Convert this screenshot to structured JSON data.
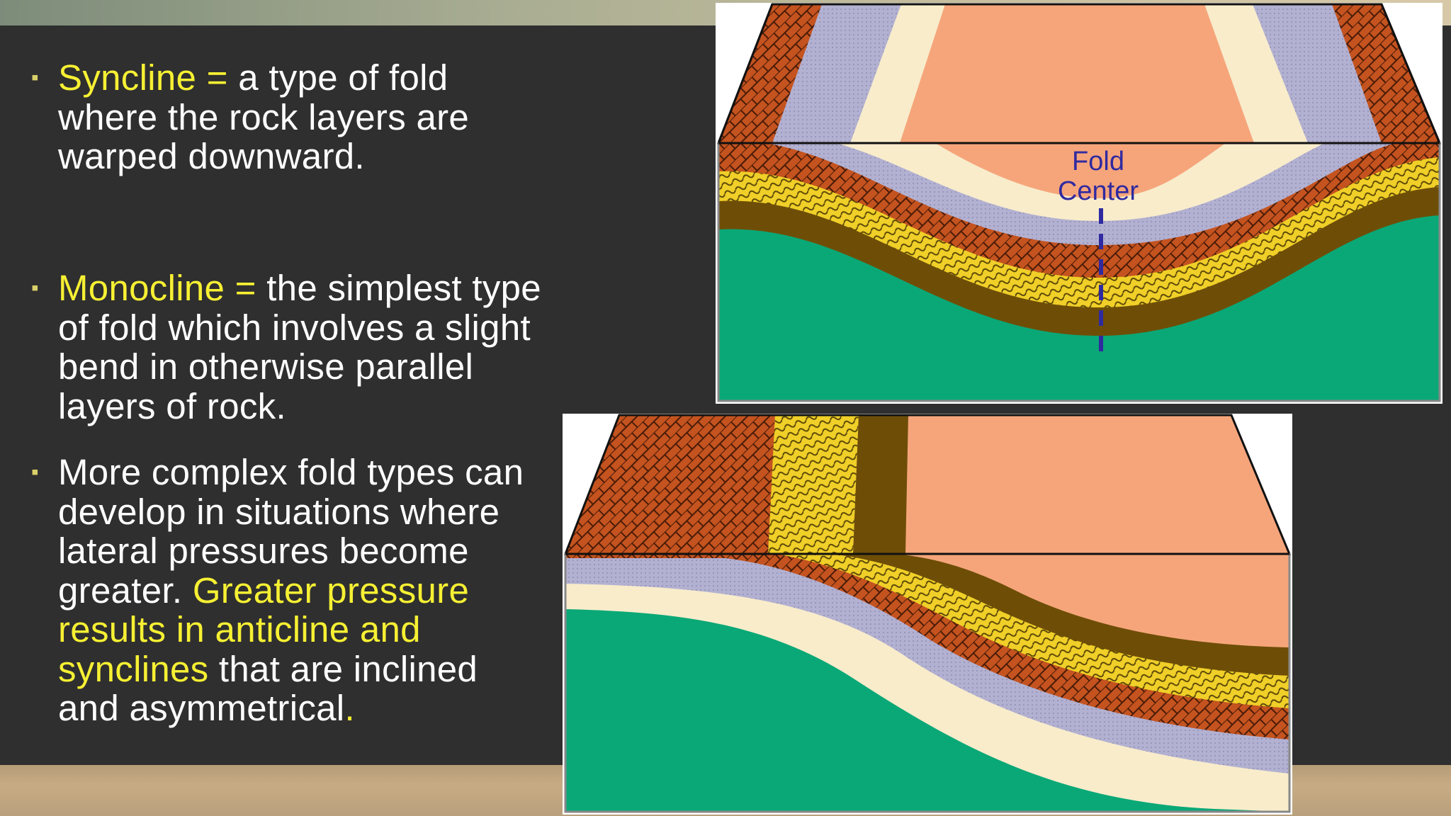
{
  "slide": {
    "bullets": [
      {
        "highlight": "Syncline =",
        "text": " a type of fold where the rock layers are warped downward."
      },
      {
        "highlight": "Monocline =",
        "text": " the simplest type of fold which involves a slight bend in otherwise parallel layers of rock."
      },
      {
        "text": "More complex fold types can develop in situations where lateral pressures become greater. ",
        "highlight": "Greater pressure results in anticline and synclines",
        "text_after": " that are inclined and asymmetrical",
        "highlight_end": "."
      }
    ]
  },
  "diagrams": {
    "syncline": {
      "label_line1": "Fold",
      "label_line2": "Center"
    }
  },
  "colors": {
    "background": "#2f2f2f",
    "text": "#ffffff",
    "highlight": "#f6f033",
    "brick": "#c4531f",
    "lavender": "#b3b1d1",
    "cream": "#f8eccb",
    "salmon": "#f6a57b",
    "yellow_layer": "#f0cf28",
    "brown": "#6e4e07",
    "green": "#0aa877",
    "fold_center_line": "#2f2aa0"
  }
}
